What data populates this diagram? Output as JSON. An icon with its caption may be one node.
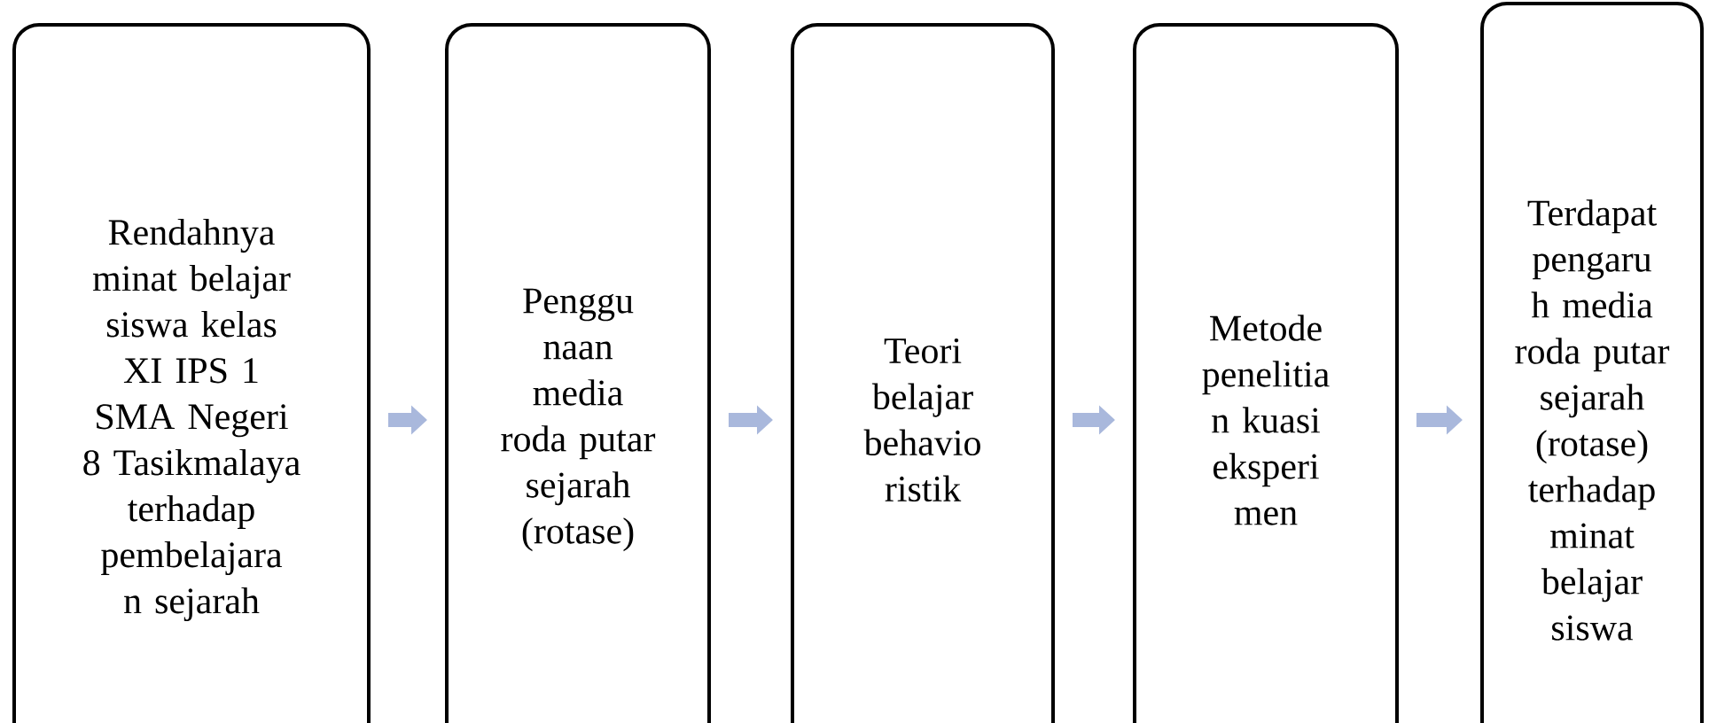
{
  "diagram": {
    "nodes": [
      {
        "text": [
          "Rendahnya minat belajar siswa kelas XI IPS 1 SMA Negeri 8 Tasikmalaya terhadap pembelajara n sejarah"
        ]
      },
      {
        "text": [
          "Penggu naan media roda putar sejarah (rotase)"
        ]
      },
      {
        "text": [
          "Teori belajar behavio ristik"
        ]
      },
      {
        "text": [
          "Metode penelitia n kuasi eksperi men"
        ]
      },
      {
        "text": [
          "Terdapat pengaru h media roda putar sejarah (rotase) terhadap minat belajar siswa"
        ]
      }
    ],
    "edges": [
      {
        "from": 0,
        "to": 1,
        "arrow": "to"
      },
      {
        "from": 1,
        "to": 2,
        "arrow": "to"
      },
      {
        "from": 2,
        "to": 3,
        "arrow": "to"
      },
      {
        "from": 3,
        "to": 4,
        "arrow": "to"
      }
    ]
  }
}
